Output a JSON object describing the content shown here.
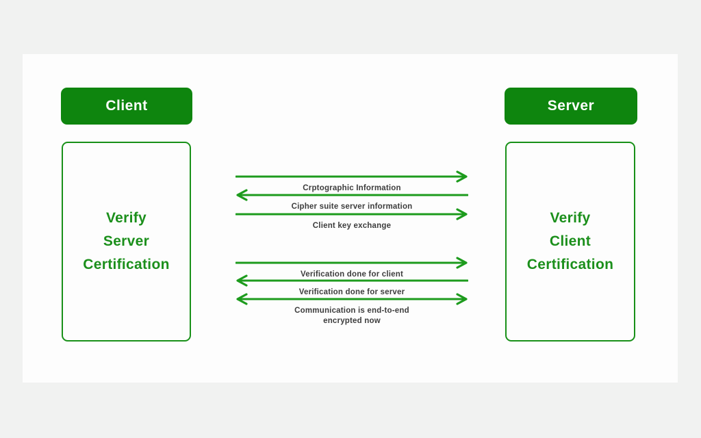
{
  "page": {
    "background_color": "#f1f2f1",
    "canvas_color": "#fdfdfd"
  },
  "colors": {
    "green_fill": "#0e850e",
    "green_stroke": "#1d9b1d",
    "green_text": "#1b8f1b",
    "label_text": "#3d3d3d",
    "header_text": "#ffffff"
  },
  "client": {
    "header_label": "Client",
    "box_lines": [
      "Verify",
      "Server",
      "Certification"
    ]
  },
  "server": {
    "header_label": "Server",
    "box_lines": [
      "Verify",
      "Client",
      "Certification"
    ]
  },
  "messages": [
    {
      "label": "Crptographic Information",
      "direction": "right"
    },
    {
      "label": "Cipher suite server information",
      "direction": "left"
    },
    {
      "label": "Client key exchange",
      "direction": "right"
    },
    {
      "label": "Verification done for client",
      "direction": "right"
    },
    {
      "label": "Verification done for server",
      "direction": "left"
    },
    {
      "label": "Communication is end-to-end encrypted now",
      "direction": "both"
    }
  ]
}
